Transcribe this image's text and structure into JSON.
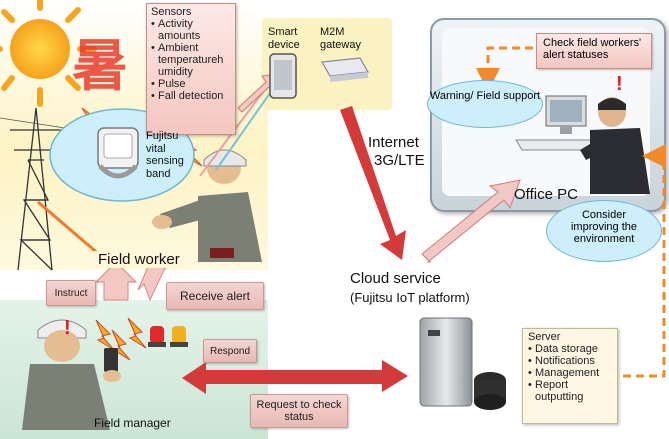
{
  "sensors": {
    "title": "Sensors",
    "items": [
      "Activity amounts",
      "Ambient temperatureh umidity",
      "Pulse",
      "Fall detection"
    ]
  },
  "smart_device": "Smart device",
  "m2m_gateway": "M2M gateway",
  "internet": "Internet",
  "network": "3G/LTE",
  "sensing_band": "Fujitsu vital sensing band",
  "field_worker": "Field worker",
  "field_manager": "Field manager",
  "cloud_service": "Cloud service",
  "cloud_platform": "(Fujitsu IoT platform)",
  "check_statuses": "Check field workers' alert statuses",
  "warning_support": "Warning/ Field support",
  "office_pc": "Office PC",
  "consider_env": "Consider improving the environment",
  "server": {
    "title": "Server",
    "items": [
      "Data storage",
      "Notifications",
      "Management",
      "Report outputting"
    ]
  },
  "instruct": "Instruct",
  "receive_alert": "Receive alert",
  "respond": "Respond",
  "request_check": "Request to check status",
  "heat_kanji": "暑",
  "colors": {
    "field_bg": "#fdf5c8",
    "manager_bg": "#cde6d6",
    "cloud_arrow": "#d43a3a",
    "orange_dash": "#f08a2a",
    "bubble": "#cdeffc"
  }
}
